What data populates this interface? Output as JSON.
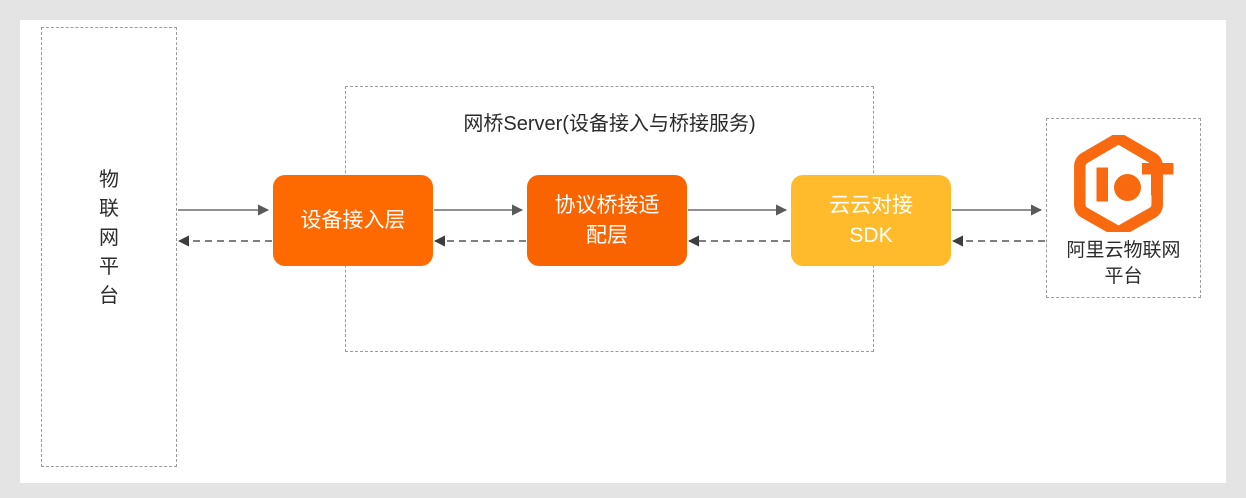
{
  "canvas": {
    "background": "#ffffff",
    "page_background": "#e4e4e4"
  },
  "colors": {
    "node_orange": "#ff6a00",
    "node_orange_alt": "#fa6400",
    "node_yellow": "#ffbb2c",
    "logo_orange": "#f96a10",
    "dashed_border": "#9b9b9b",
    "connector": "#666666",
    "text_dark": "#2c2c2c",
    "text_on_node": "#ffffff"
  },
  "left_container": {
    "name": "物联网平台",
    "label_lines": [
      "物",
      "联",
      "网",
      "平",
      "台"
    ],
    "border_style": "dashed"
  },
  "bridge_container": {
    "title": "网桥Server(设备接入与桥接服务)",
    "border_style": "dashed"
  },
  "nodes": [
    {
      "id": "device-access",
      "label": "设备接入层",
      "lines": [
        "设备接入层"
      ],
      "color": "#ff6a00"
    },
    {
      "id": "protocol-adapter",
      "label": "协议桥接适配层",
      "lines": [
        "协议桥接适",
        "配层"
      ],
      "color": "#fa6400"
    },
    {
      "id": "cloud-sdk",
      "label": "云云对接SDK",
      "lines": [
        "云云对接",
        "SDK"
      ],
      "color": "#ffbb2c"
    }
  ],
  "right_container": {
    "logo_name": "aliyun-iot-logo",
    "logo_alt": "IoT",
    "label_lines": [
      "阿里云物联网",
      "平台"
    ],
    "border_style": "dashed"
  },
  "connectors": [
    {
      "id": "platform-to-device-access",
      "style": "solid",
      "direction": "right"
    },
    {
      "id": "device-access-to-platform",
      "style": "dashed",
      "direction": "left"
    },
    {
      "id": "device-access-to-adapter",
      "style": "solid",
      "direction": "right"
    },
    {
      "id": "adapter-to-device-access",
      "style": "dashed",
      "direction": "left"
    },
    {
      "id": "adapter-to-sdk",
      "style": "solid",
      "direction": "right"
    },
    {
      "id": "sdk-to-adapter",
      "style": "dashed",
      "direction": "left"
    },
    {
      "id": "sdk-to-aliyun",
      "style": "solid",
      "direction": "right"
    },
    {
      "id": "aliyun-to-sdk",
      "style": "dashed",
      "direction": "left"
    }
  ]
}
